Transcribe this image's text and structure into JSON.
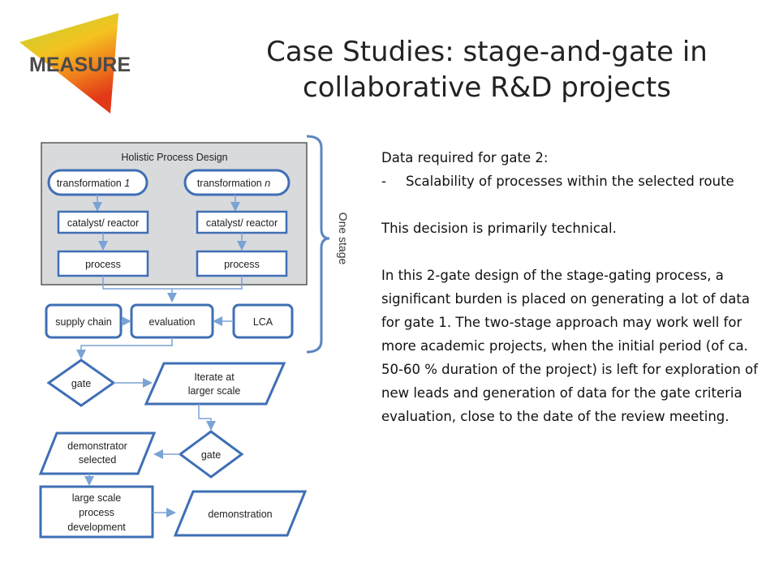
{
  "logo": {
    "text": "MEASURE"
  },
  "title": {
    "line1": "Case Studies: stage-and-gate in",
    "line2": "collaborative R&D projects"
  },
  "diagram": {
    "group_title": "Holistic Process Design",
    "transformation_1": "transformation",
    "transformation_1_suffix": "1",
    "transformation_n": "transformation",
    "transformation_n_suffix": "n",
    "catalyst_left": "catalyst/ reactor",
    "catalyst_right": "catalyst/ reactor",
    "process_left": "process",
    "process_right": "process",
    "supply_chain": "supply chain",
    "evaluation": "evaluation",
    "lca": "LCA",
    "one_stage": "One stage",
    "gate1": "gate",
    "iterate_line1": "Iterate at",
    "iterate_line2": "larger scale",
    "gate2": "gate",
    "demonstrator_line1": "demonstrator",
    "demonstrator_line2": "selected",
    "large_scale_line1": "large scale",
    "large_scale_line2": "process",
    "large_scale_line3": "development",
    "demonstration": "demonstration"
  },
  "body": {
    "heading": "Data required for gate 2:",
    "bullet_dash": "-",
    "bullet_text": "Scalability of processes within the selected route",
    "para1": "This decision is primarily technical.",
    "para2": "In this 2-gate design  of the stage-gating process, a significant burden is placed on generating a lot of data for gate 1. The two-stage approach may work well for more academic projects, when the initial period (of ca. 50-60 % duration of the project) is left for exploration of new leads and generation of data for the gate criteria evaluation, close to the date of the review meeting."
  },
  "colors": {
    "box_stroke": "#3f6fb5",
    "arrow": "#7aa3d6",
    "group_fill": "#d9dadc",
    "bracket": "#5b86c2"
  }
}
